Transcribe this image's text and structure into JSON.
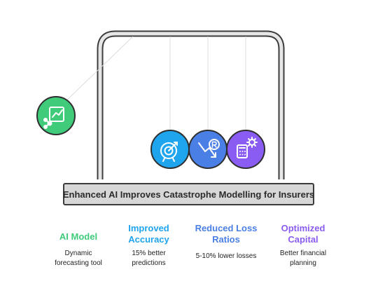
{
  "banner": {
    "text": "Enhanced AI Improves Catastrophe Modelling for Insurers"
  },
  "items": [
    {
      "title": "AI Model",
      "caption": "Dynamic forecasting tool",
      "color": "#3fcb7a",
      "icon": "chart-share-icon"
    },
    {
      "title": "Improved Accuracy",
      "caption": "15% better predictions",
      "color": "#1fa4ee",
      "icon": "target-icon"
    },
    {
      "title": "Reduced Loss Ratios",
      "caption": "5-10% lower losses",
      "color": "#4a7fe6",
      "icon": "rupee-down-icon"
    },
    {
      "title": "Optimized Capital",
      "caption": "Better financial planning",
      "color": "#8a5cf2",
      "icon": "calculator-gear-icon"
    }
  ],
  "colors": {
    "frame": "#3c3c3c",
    "frame_fill": "#e6e6e6",
    "string": "#dcdcdc",
    "ball_border": "#2f2f2f"
  }
}
